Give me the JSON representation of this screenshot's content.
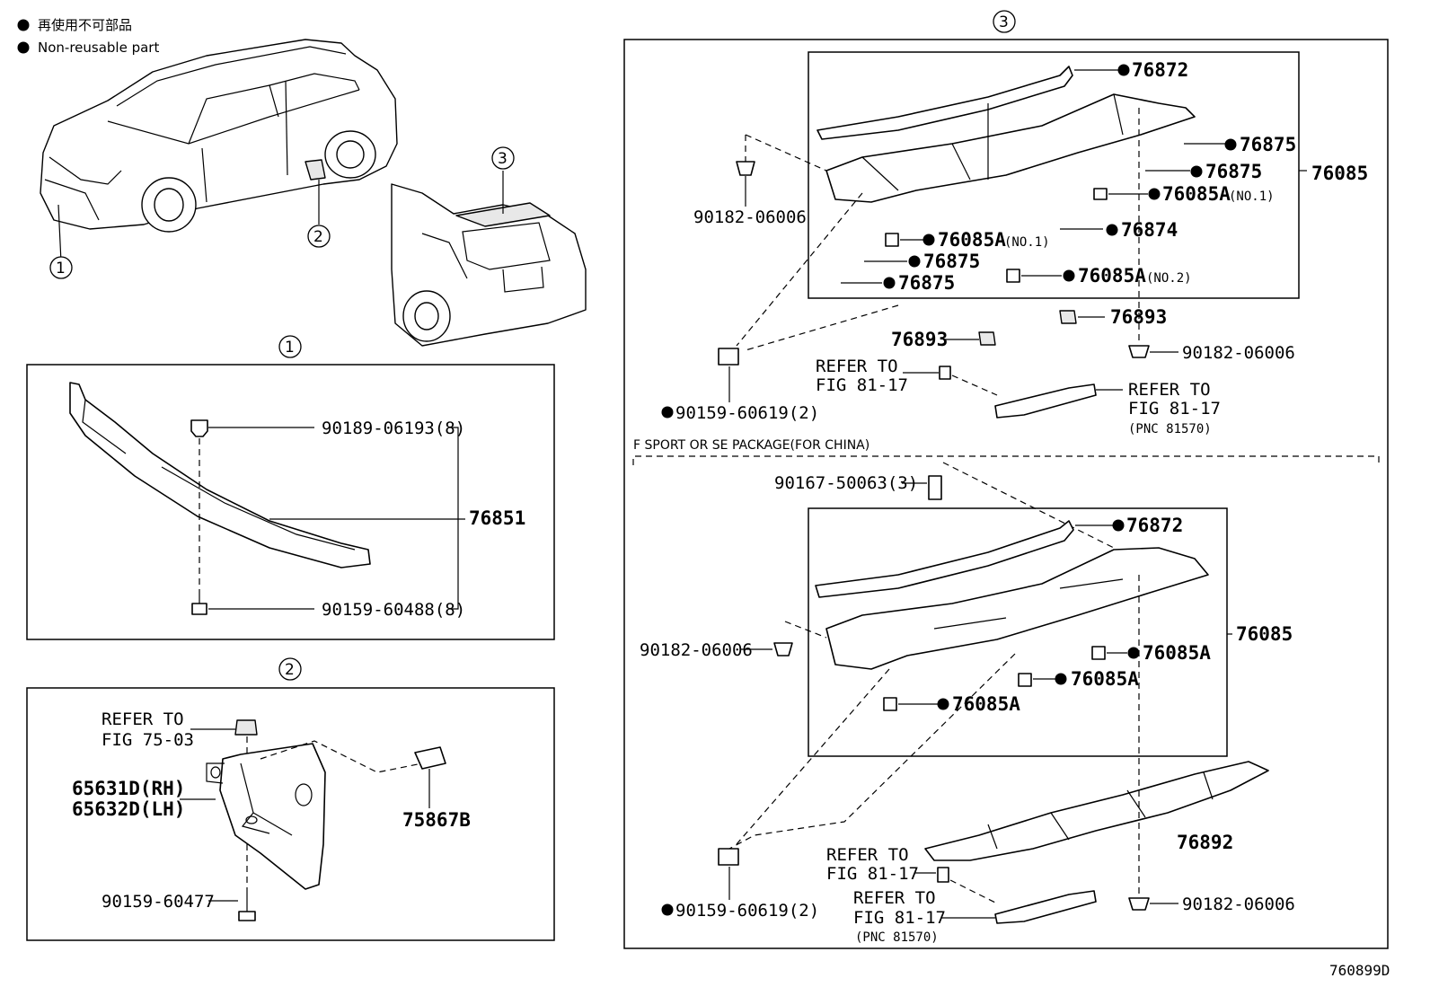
{
  "legend": {
    "line_jp": "再使用不可部品",
    "line_en": "Non-reusable part"
  },
  "callouts": {
    "c1": "1",
    "c2": "2",
    "c3": "3"
  },
  "section1": {
    "title_num": "1",
    "labels": {
      "clip": "90189-06193(8)",
      "screw": "90159-60488(8)",
      "assembly": "76851"
    }
  },
  "section2": {
    "title_num": "2",
    "labels": {
      "refer_1": "REFER TO",
      "refer_2": "FIG 75-03",
      "mudguard_rh": "65631D(RH)",
      "mudguard_lh": "65632D(LH)",
      "clip": "75867B",
      "screw": "90159-60477"
    }
  },
  "section3": {
    "title_num": "3",
    "upper": {
      "l_76872": "76872",
      "l_76875_a": "76875",
      "l_76875_b": "76875",
      "l_76085a_no1_r": "76085A",
      "no1_r": "(NO.1)",
      "l_76085": "76085",
      "l_90182_left": "90182-06006",
      "l_76085a_no1_l": "76085A",
      "no1_l": "(NO.1)",
      "l_76874": "76874",
      "l_76875_c": "76875",
      "l_76875_d": "76875",
      "l_76085a_no2": "76085A",
      "no2": "(NO.2)",
      "l_76893_r": "76893",
      "l_76893_l": "76893",
      "l_90182_right": "90182-06006",
      "refer_a1": "REFER TO",
      "refer_a2": "FIG 81-17",
      "refer_b1": "REFER TO",
      "refer_b2": "FIG 81-17",
      "pnc_b": "(PNC 81570)",
      "l_90159": "90159-60619(2)"
    },
    "lower": {
      "package_title": "F SPORT OR SE PACKAGE(FOR CHINA)",
      "l_90167": "90167-50063(3)",
      "l_76872": "76872",
      "l_76085": "76085",
      "l_90182_left": "90182-06006",
      "l_76085a_1": "76085A",
      "l_76085a_2": "76085A",
      "l_76085a_3": "76085A",
      "l_76892": "76892",
      "refer_a1": "REFER TO",
      "refer_a2": "FIG 81-17",
      "refer_b1": "REFER TO",
      "refer_b2": "FIG 81-17",
      "pnc_b": "(PNC 81570)",
      "l_90159": "90159-60619(2)",
      "l_90182_right": "90182-06006"
    }
  },
  "diagram_code": "760899D"
}
